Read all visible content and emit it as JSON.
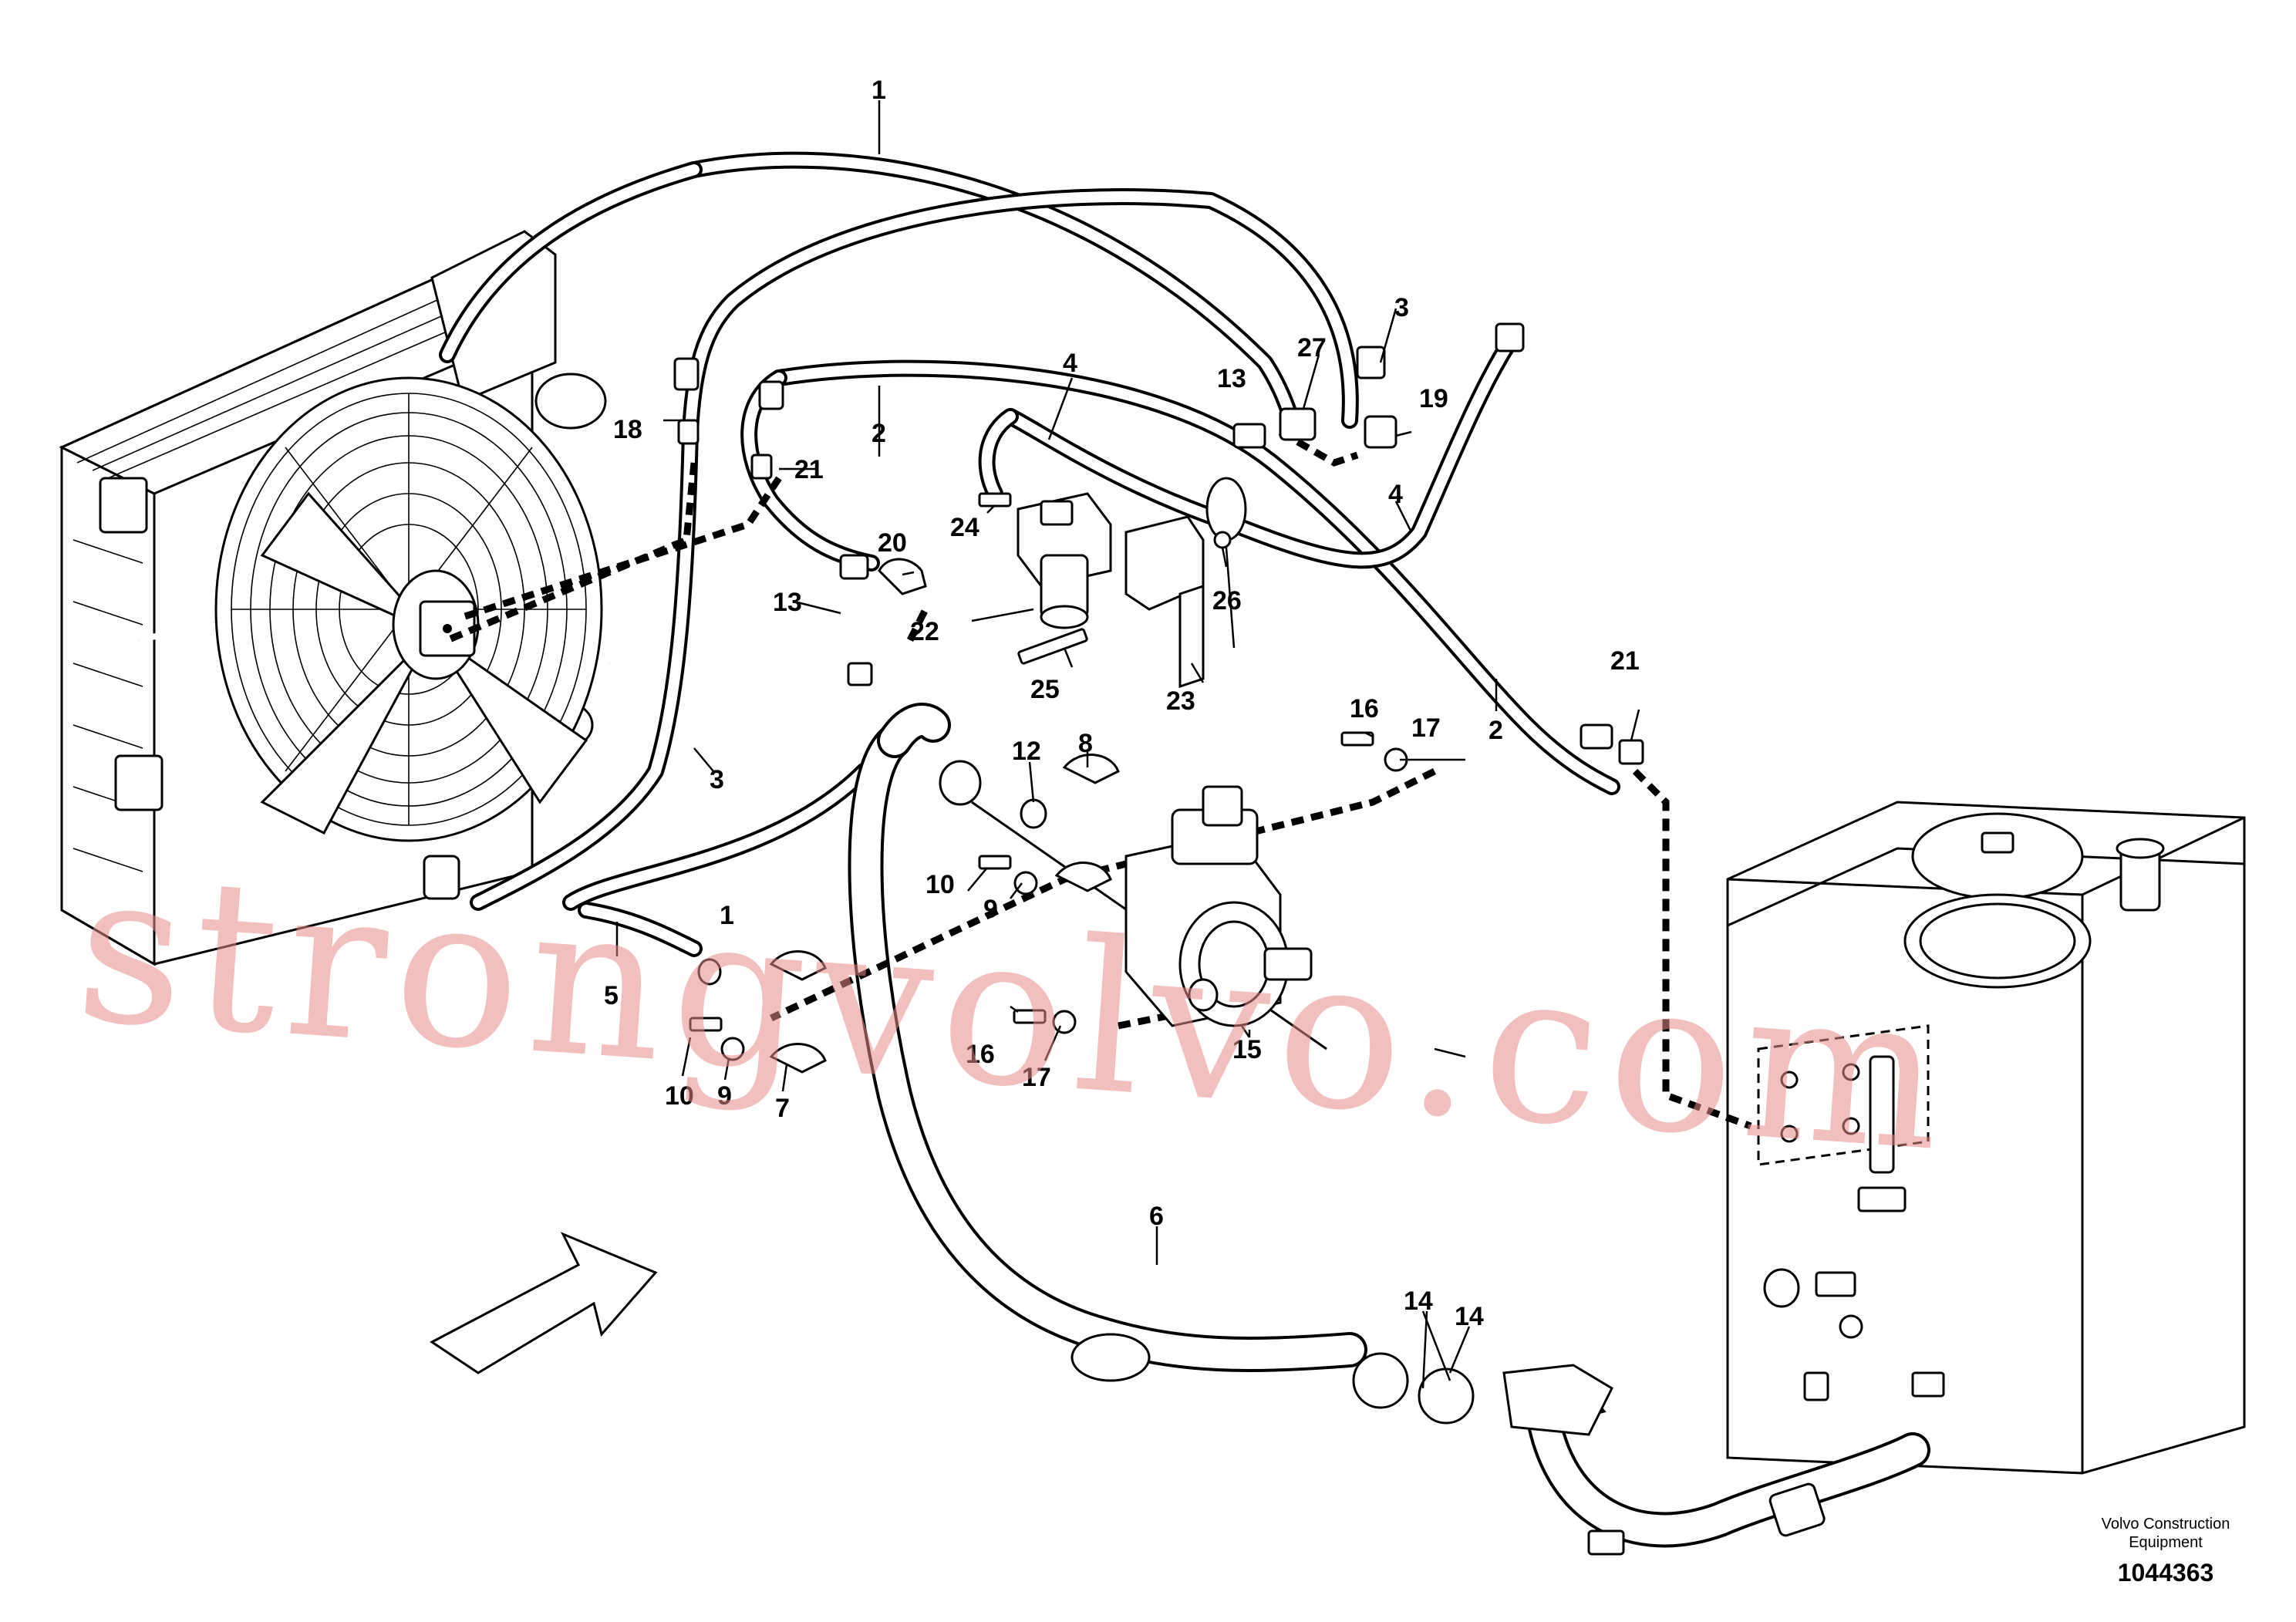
{
  "callouts": {
    "c1_top": "1",
    "c1_mid": "1",
    "c2_a": "2",
    "c2_b": "2",
    "c3_a": "3",
    "c3_b": "3",
    "c4_a": "4",
    "c4_b": "4",
    "c5": "5",
    "c6": "6",
    "c7": "7",
    "c8": "8",
    "c9_a": "9",
    "c9_b": "9",
    "c10_a": "10",
    "c10_b": "10",
    "c12": "12",
    "c13_a": "13",
    "c13_b": "13",
    "c14_a": "14",
    "c14_b": "14",
    "c15": "15",
    "c16_a": "16",
    "c16_b": "16",
    "c17_a": "17",
    "c17_b": "17",
    "c18": "18",
    "c19": "19",
    "c20": "20",
    "c21_a": "21",
    "c21_b": "21",
    "c22": "22",
    "c23": "23",
    "c24": "24",
    "c25": "25",
    "c26": "26",
    "c27": "27"
  },
  "footer": {
    "brand_line1": "Volvo Construction",
    "brand_line2": "Equipment",
    "doc_number": "1044363"
  },
  "watermark": "strongvolvo.com"
}
